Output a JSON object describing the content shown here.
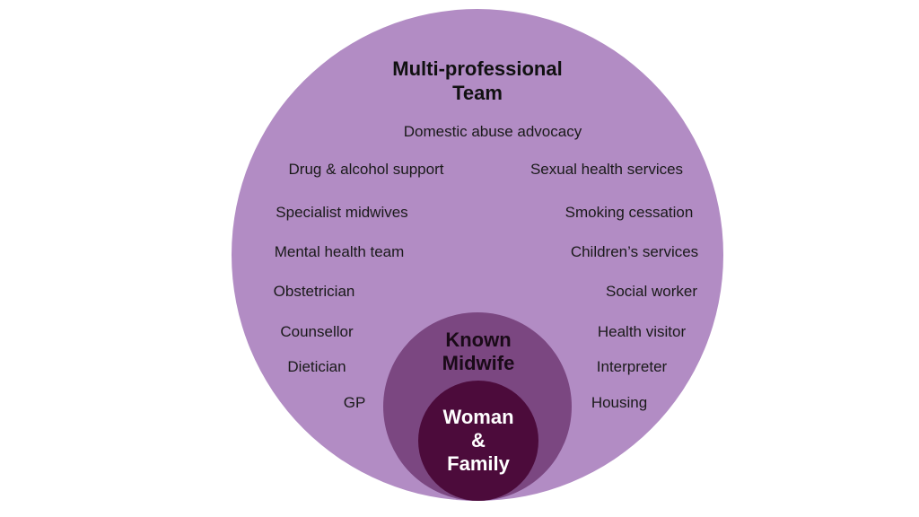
{
  "diagram": {
    "outer": {
      "title_line1": "Multi-professional",
      "title_line2": "Team",
      "color": "#b28cc4"
    },
    "middle": {
      "title_line1": "Known",
      "title_line2": "Midwife",
      "color": "#7b4781"
    },
    "inner": {
      "title_line1": "Woman",
      "title_line2": "&",
      "title_line3": "Family",
      "color": "#4c0b3b"
    },
    "services": {
      "domestic_abuse": "Domestic abuse advocacy",
      "drug_alcohol": "Drug & alcohol support",
      "sexual_health": "Sexual health services",
      "specialist_midwives": "Specialist midwives",
      "smoking_cessation": "Smoking cessation",
      "mental_health": "Mental health team",
      "childrens_services": "Children’s services",
      "obstetrician": "Obstetrician",
      "social_worker": "Social worker",
      "counsellor": "Counsellor",
      "health_visitor": "Health visitor",
      "dietician": "Dietician",
      "interpreter": "Interpreter",
      "gp": "GP",
      "housing": "Housing"
    }
  }
}
